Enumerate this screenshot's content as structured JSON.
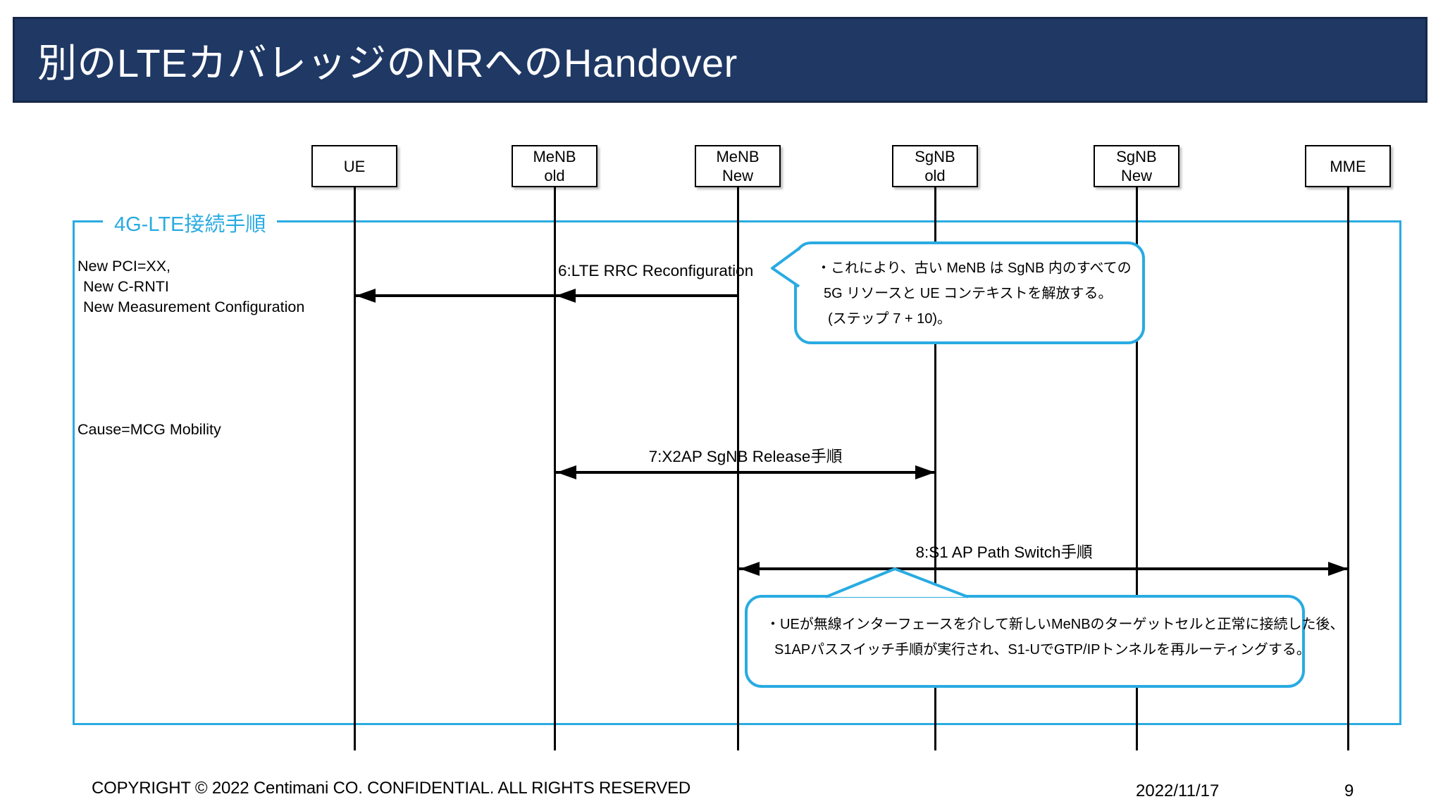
{
  "slide": {
    "title": "別のLTEカバレッジのNRへのHandover",
    "footer": {
      "copyright": "COPYRIGHT © 2022 Centimani CO. CONFIDENTIAL. ALL RIGHTS RESERVED",
      "date": "2022/11/17",
      "page": "9"
    }
  },
  "colors": {
    "title_bar_background": "#1F3864",
    "accent_cyan": "#29ABE2",
    "diagram_lines": "#000000"
  },
  "actors": [
    {
      "id": "ue",
      "line1": "UE",
      "line2": ""
    },
    {
      "id": "menb-old",
      "line1": "MeNB",
      "line2": "old"
    },
    {
      "id": "menb-new",
      "line1": "MeNB",
      "line2": "New"
    },
    {
      "id": "sgnb-old",
      "line1": "SgNB",
      "line2": "old"
    },
    {
      "id": "sgnb-new",
      "line1": "SgNB",
      "line2": "New"
    },
    {
      "id": "mme",
      "line1": "MME",
      "line2": ""
    }
  ],
  "frame": {
    "label": "4G-LTE接続手順"
  },
  "annotations": {
    "pci": [
      "New PCI=XX,",
      "New C-RNTI",
      "New Measurement Configuration"
    ],
    "cause": "Cause=MCG Mobility"
  },
  "messages": [
    {
      "id": "6",
      "label": "6:LTE RRC Reconfiguration",
      "from": "MeNB New",
      "to": "UE"
    },
    {
      "id": "7",
      "label": "7:X2AP SgNB Release手順",
      "from": "MeNB old",
      "to": "SgNB old"
    },
    {
      "id": "8",
      "label": "8:S1 AP Path Switch手順",
      "from": "MeNB New",
      "to": "MME"
    }
  ],
  "callouts": [
    {
      "lines": [
        "・これにより、古い MeNB は SgNB 内のすべての",
        "5G リソースと UE コンテキストを解放する。",
        "(ステップ 7 + 10)。"
      ]
    },
    {
      "lines": [
        "・UEが無線インターフェースを介して新しいMeNBのターゲットセルと正常に接続した後、",
        "S1APパススイッチ手順が実行され、S1-UでGTP/IPトンネルを再ルーティングする。"
      ]
    }
  ]
}
